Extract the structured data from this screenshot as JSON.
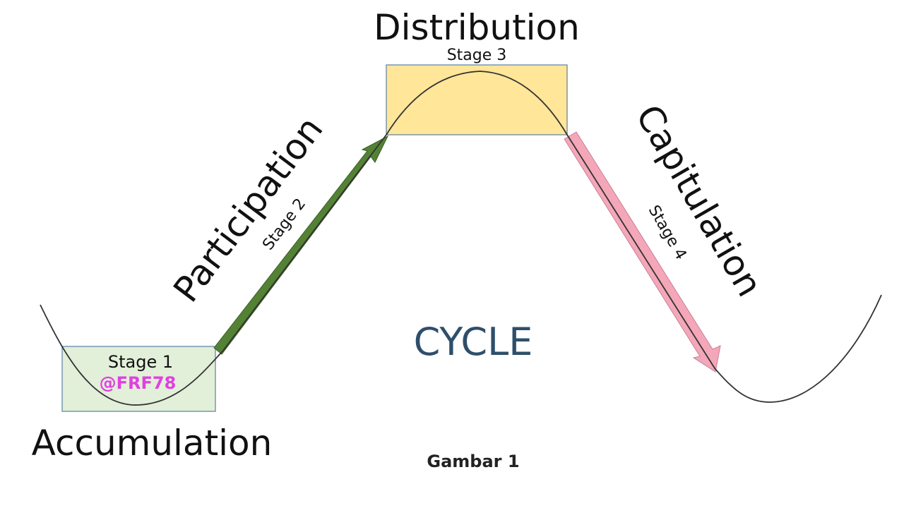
{
  "diagram": {
    "title_center": "CYCLE",
    "caption": "Gambar 1",
    "watermark": "@FRF78",
    "colors": {
      "accumulation_box": "#e2efd9",
      "accumulation_border": "#5b7fa6",
      "distribution_box": "#ffe699",
      "distribution_border": "#5b7fa6",
      "participation_arrow": "#548235",
      "capitulation_arrow": "#f4a7b9",
      "cycle_text": "#2e4f6b",
      "watermark": "#e040e0",
      "curve": "#333333"
    },
    "phases": [
      {
        "id": "accumulation",
        "name": "Accumulation",
        "stage": "Stage 1"
      },
      {
        "id": "participation",
        "name": "Participation",
        "stage": "Stage 2"
      },
      {
        "id": "distribution",
        "name": "Distribution",
        "stage": "Stage 3"
      },
      {
        "id": "capitulation",
        "name": "Capitulation",
        "stage": "Stage 4"
      }
    ]
  }
}
